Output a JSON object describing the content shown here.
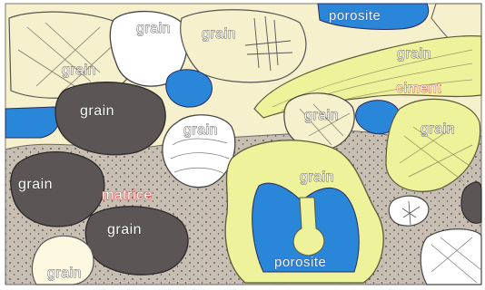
{
  "diagram": {
    "labels": {
      "grain": "grain",
      "porosite": "porosite",
      "ciment": "ciment",
      "matrice": "matrice"
    },
    "colors": {
      "background_cream": "#f7f0cd",
      "matrix_gray": "#c8bfb2",
      "dark_grain": "#5b5555",
      "pale_yellow_grain": "#eef29a",
      "white_grain": "#ffffff",
      "pore_blue": "#2a86d9",
      "cement_label": "#d93b3b",
      "outline": "#3a3a3a"
    }
  }
}
